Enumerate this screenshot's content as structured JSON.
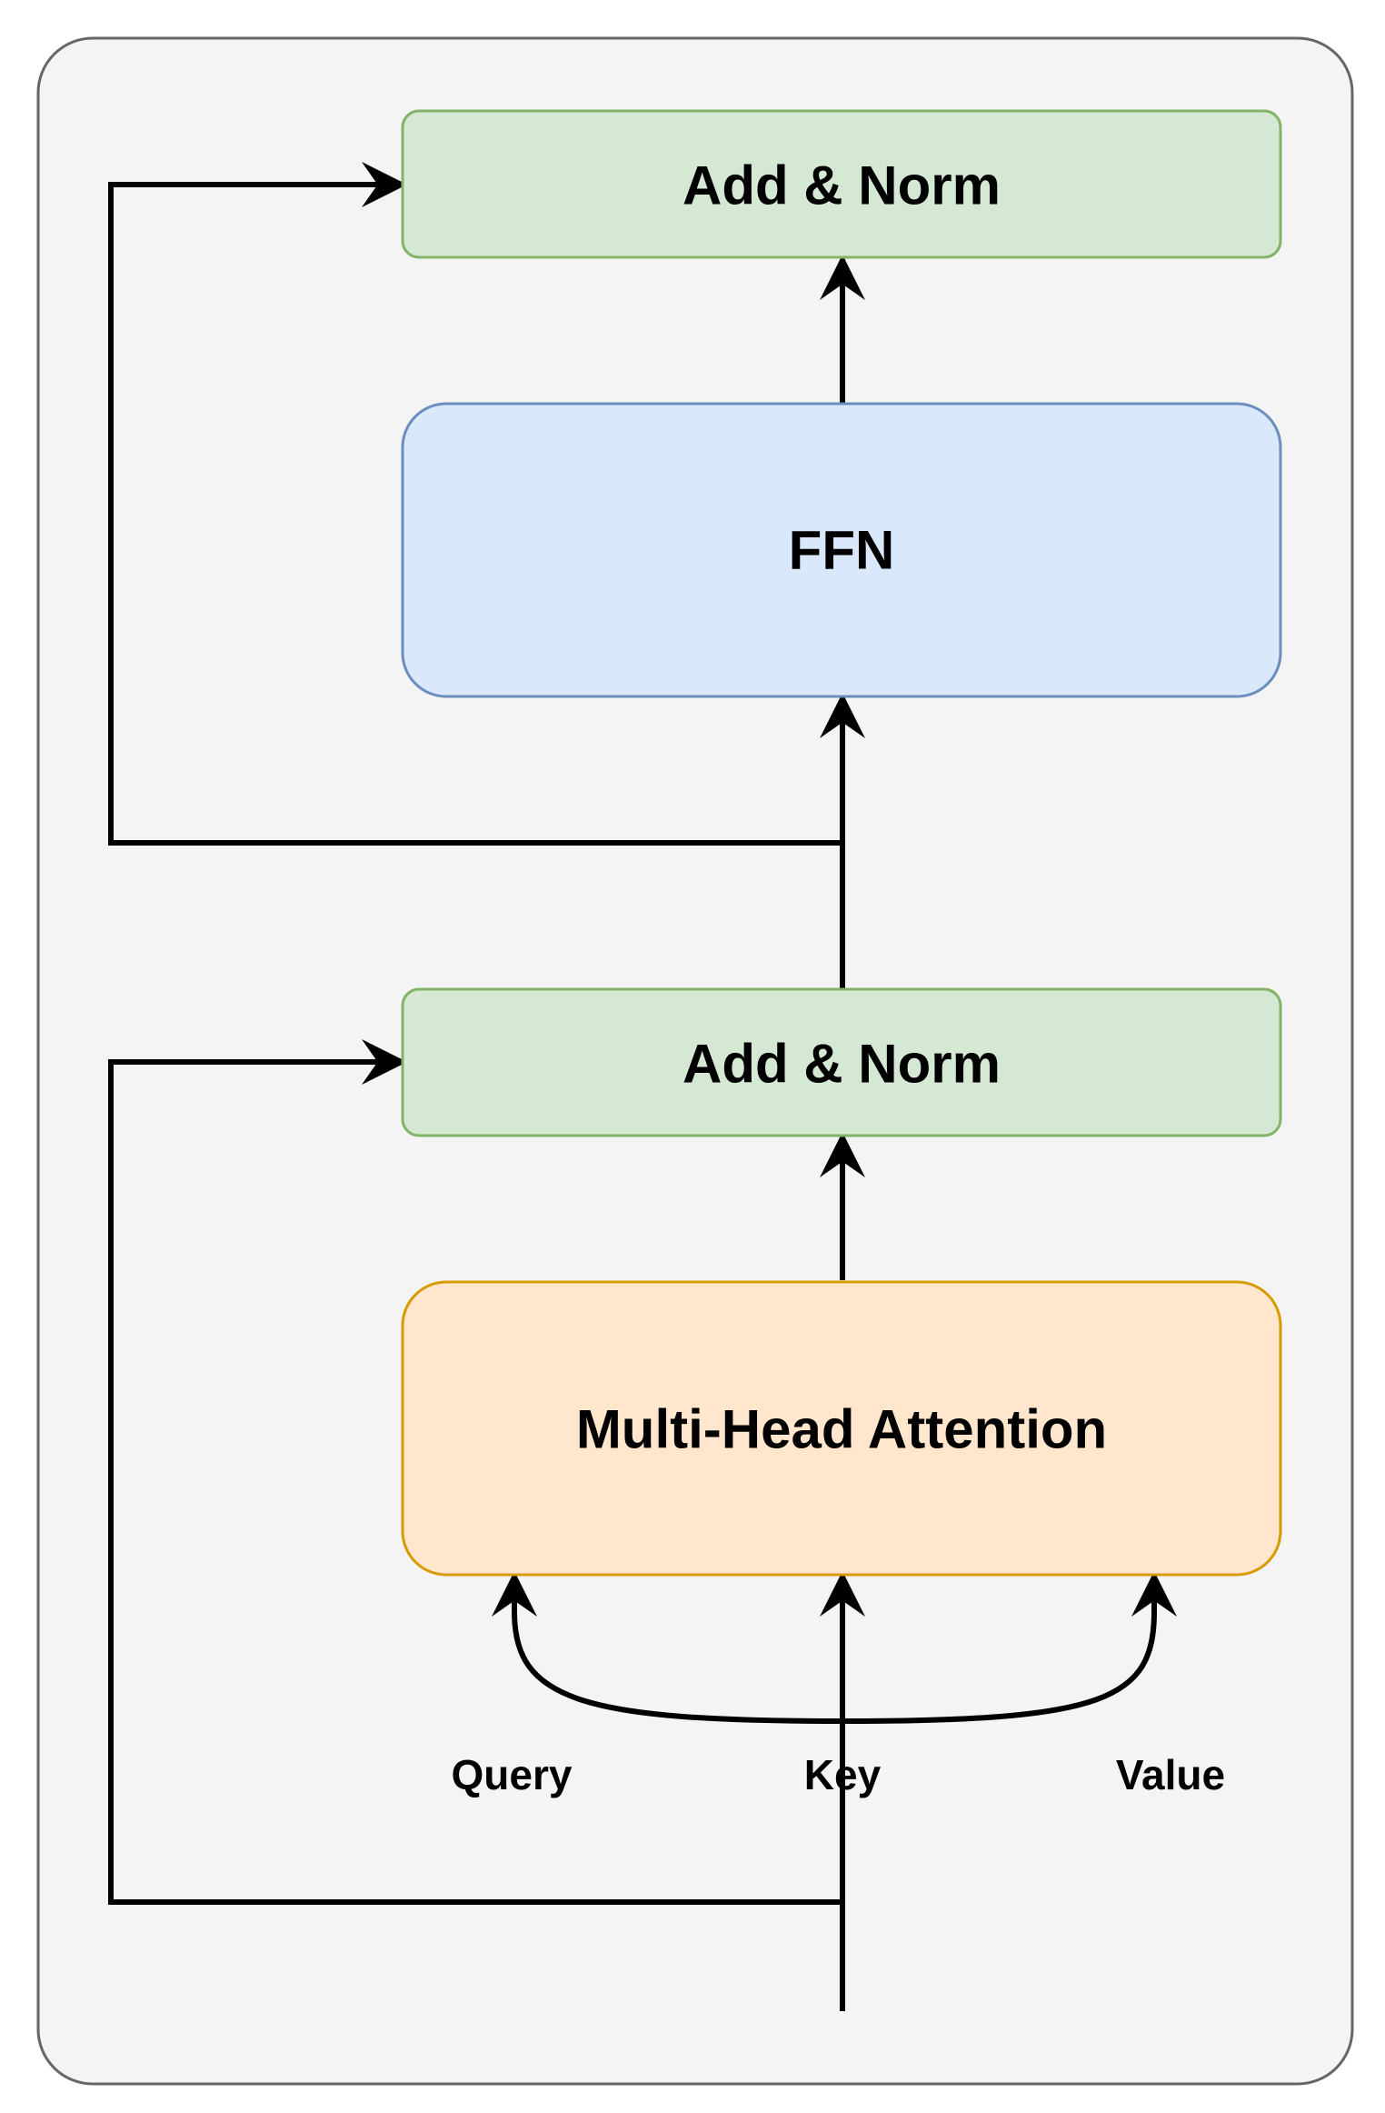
{
  "blocks": {
    "add_norm_top": {
      "label": "Add & Norm",
      "fill": "#d5e8d4",
      "stroke": "#82b366"
    },
    "ffn": {
      "label": "FFN",
      "fill": "#dae8fc",
      "stroke": "#6c8ebf"
    },
    "add_norm_bottom": {
      "label": "Add & Norm",
      "fill": "#d5e8d4",
      "stroke": "#82b366"
    },
    "attention": {
      "label": "Multi-Head Attention",
      "fill": "#ffe6cc",
      "stroke": "#d79b00"
    }
  },
  "inputs": {
    "query": "Query",
    "key": "Key",
    "value": "Value"
  },
  "colors": {
    "container_fill": "#f4f4f4",
    "container_stroke": "#666666",
    "arrow": "#000000"
  }
}
